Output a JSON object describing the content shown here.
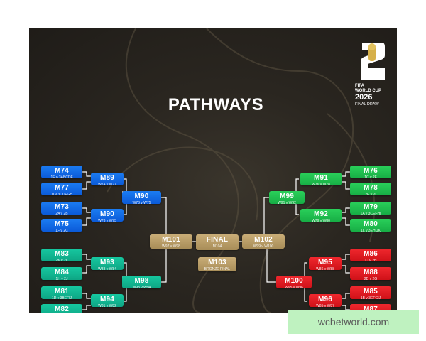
{
  "title": "PATHWAYS",
  "logo": {
    "brand": "FIFA",
    "line1": "WORLD CUP",
    "year": "2026",
    "line2": "FINAL DRAW"
  },
  "colors": {
    "blue": "#0b5ad8",
    "teal": "#0ea584",
    "green": "#17ad45",
    "red": "#cf1118",
    "gold": "#b39a66",
    "background": "#2a2620"
  },
  "matches": {
    "m74": {
      "code": "M74",
      "sub": "1E v 3ABCDF"
    },
    "m77": {
      "code": "M77",
      "sub": "1I v 3CDFGH"
    },
    "m73": {
      "code": "M73",
      "sub": "2A v 2B"
    },
    "m75": {
      "code": "M75",
      "sub": "1F v 2C"
    },
    "m89": {
      "code": "M89",
      "sub": "W74 v W77"
    },
    "m90": {
      "code": "M90",
      "sub": "W73 v W75"
    },
    "m90b": {
      "code": "M90",
      "sub": "W73 v W75"
    },
    "m83": {
      "code": "M83",
      "sub": "2K v 2L"
    },
    "m84": {
      "code": "M84",
      "sub": "1H v 2J"
    },
    "m81": {
      "code": "M81",
      "sub": "1D v 3BEFIJ"
    },
    "m82": {
      "code": "M82",
      "sub": ""
    },
    "m93": {
      "code": "M93",
      "sub": "W83 v W84"
    },
    "m98": {
      "code": "M98",
      "sub": "W93 v W94"
    },
    "m94": {
      "code": "M94",
      "sub": "W81 v W82"
    },
    "m101": {
      "code": "M101",
      "sub": "W97 v W98"
    },
    "final": {
      "code": "FINAL",
      "sub": "M104"
    },
    "m103": {
      "code": "M103",
      "sub": "BRONZE FINAL"
    },
    "m102": {
      "code": "M102",
      "sub": "W99 v W100"
    },
    "m91": {
      "code": "M91",
      "sub": "W76 v W78"
    },
    "m99": {
      "code": "M99",
      "sub": "W91 v W92"
    },
    "m92": {
      "code": "M92",
      "sub": "W79 v W80"
    },
    "m76": {
      "code": "M76",
      "sub": "1C v 2F"
    },
    "m78": {
      "code": "M78",
      "sub": "2E v 2I"
    },
    "m79": {
      "code": "M79",
      "sub": "1A v 3CEFHI"
    },
    "m80": {
      "code": "M80",
      "sub": "1L v 3EHIJK"
    },
    "m95": {
      "code": "M95",
      "sub": "W86 v W88"
    },
    "m100": {
      "code": "M100",
      "sub": "W95 v W96"
    },
    "m96": {
      "code": "M96",
      "sub": "W85 v W87"
    },
    "m86": {
      "code": "M86",
      "sub": "1J v 2H"
    },
    "m88": {
      "code": "M88",
      "sub": "2D v 2G"
    },
    "m85": {
      "code": "M85",
      "sub": "1B v 3EFGIJ"
    },
    "m87": {
      "code": "M87",
      "sub": ""
    }
  },
  "watermark": "wcbetworld.com"
}
